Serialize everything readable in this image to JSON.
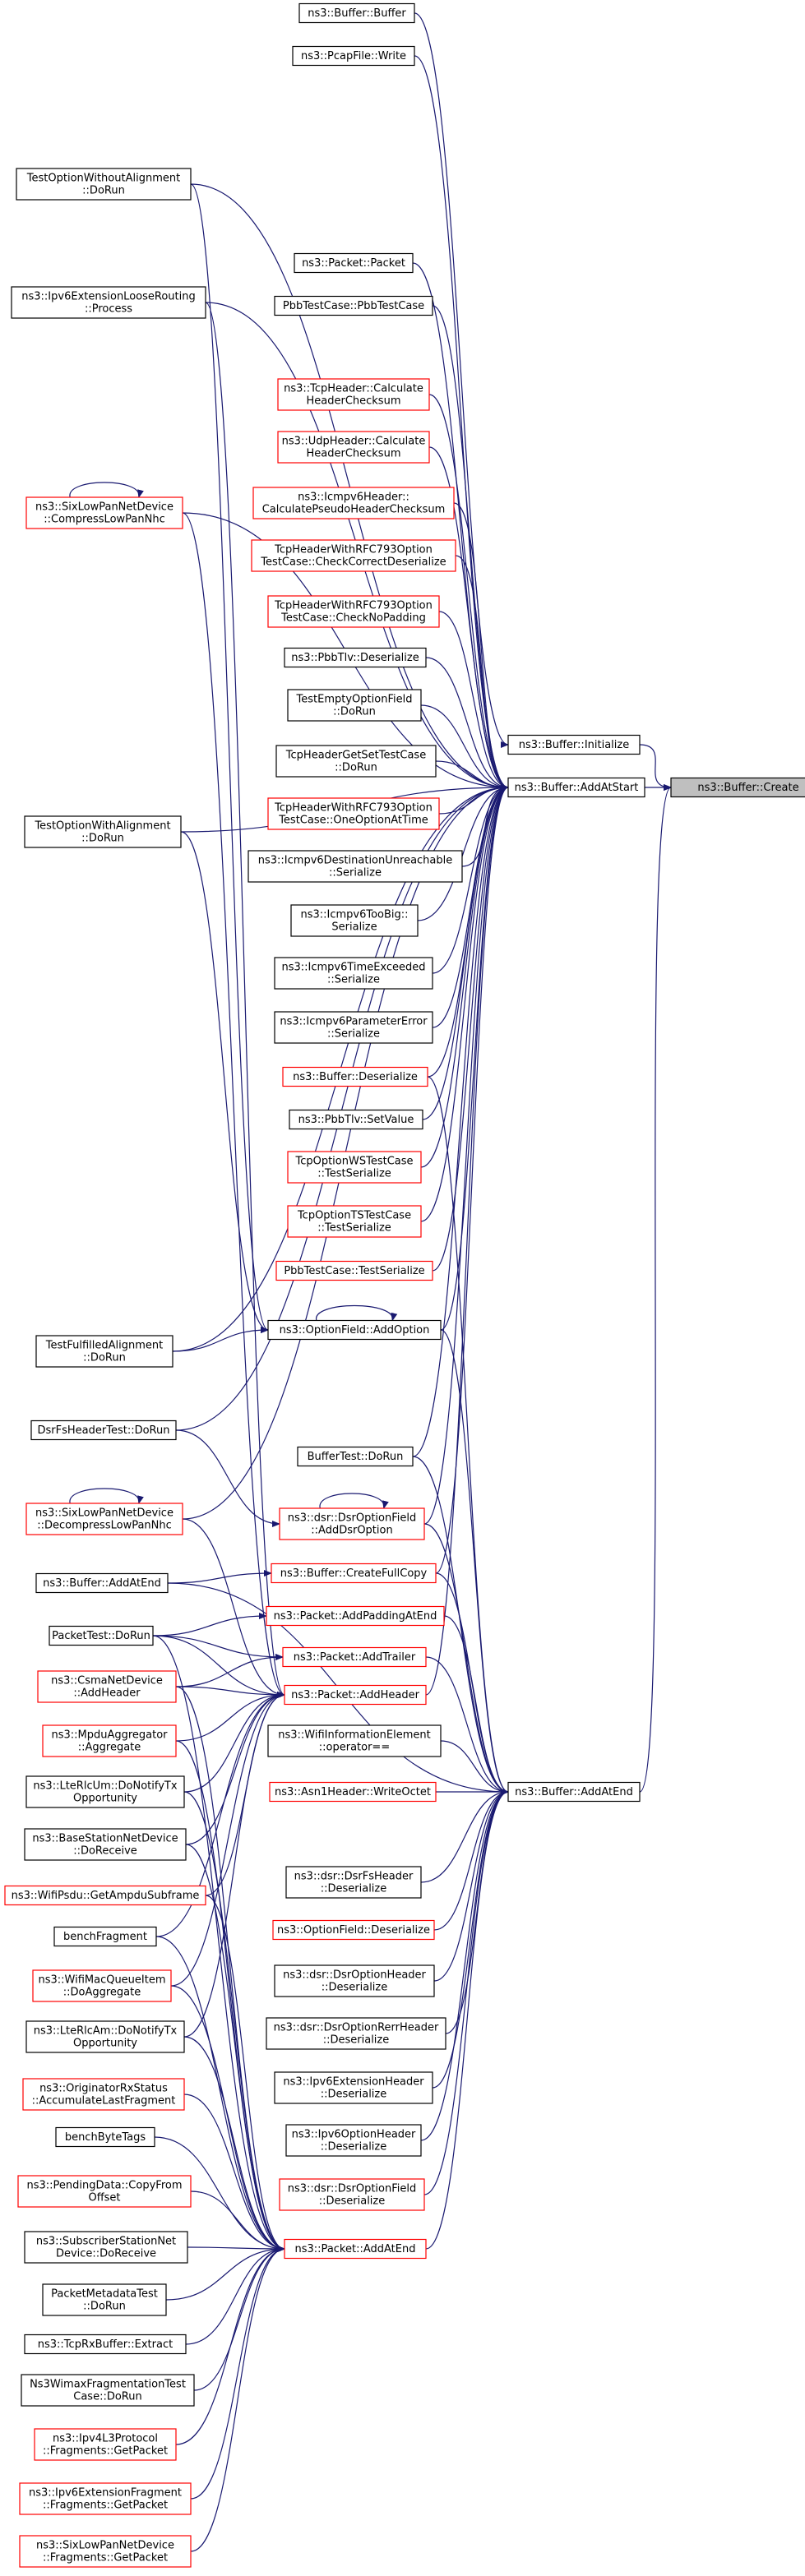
{
  "graph_title": "",
  "colors": {
    "edge": "#191970",
    "node_border_normal": "#000000",
    "node_border_truncated": "#ff0000",
    "root_fill": "#bfbfbf",
    "background": "#ffffff"
  },
  "nodes": [
    {
      "id": "create",
      "lines": [
        "ns3::Buffer::Create"
      ],
      "style": "root"
    },
    {
      "id": "initialize",
      "lines": [
        "ns3::Buffer::Initialize"
      ],
      "style": "black"
    },
    {
      "id": "addatstart",
      "lines": [
        "ns3::Buffer::AddAtStart"
      ],
      "style": "black"
    },
    {
      "id": "addatend",
      "lines": [
        "ns3::Buffer::AddAtEnd"
      ],
      "style": "black"
    },
    {
      "id": "bufferbuffer",
      "lines": [
        "ns3::Buffer::Buffer"
      ],
      "style": "black"
    },
    {
      "id": "pcapwrite",
      "lines": [
        "ns3::PcapFile::Write"
      ],
      "style": "black"
    },
    {
      "id": "testoptwithoutalign",
      "lines": [
        "TestOptionWithoutAlignment",
        "::DoRun"
      ],
      "style": "black"
    },
    {
      "id": "ipv6extloose",
      "lines": [
        "ns3::Ipv6ExtensionLooseRouting",
        "::Process"
      ],
      "style": "black"
    },
    {
      "id": "packetpacket",
      "lines": [
        "ns3::Packet::Packet"
      ],
      "style": "black"
    },
    {
      "id": "pbbtestcase",
      "lines": [
        "PbbTestCase::PbbTestCase"
      ],
      "style": "black"
    },
    {
      "id": "tcpcalc",
      "lines": [
        "ns3::TcpHeader::Calculate",
        "HeaderChecksum"
      ],
      "style": "red"
    },
    {
      "id": "udpcalc",
      "lines": [
        "ns3::UdpHeader::Calculate",
        "HeaderChecksum"
      ],
      "style": "red"
    },
    {
      "id": "icmpv6calc",
      "lines": [
        "ns3::Icmpv6Header::",
        "CalculatePseudoHeaderChecksum"
      ],
      "style": "red"
    },
    {
      "id": "sixlowcompress",
      "lines": [
        "ns3::SixLowPanNetDevice",
        "::CompressLowPanNhc"
      ],
      "style": "red"
    },
    {
      "id": "tcprfccorrect",
      "lines": [
        "TcpHeaderWithRFC793Option",
        "TestCase::CheckCorrectDeserialize"
      ],
      "style": "red"
    },
    {
      "id": "tcprfcnopad",
      "lines": [
        "TcpHeaderWithRFC793Option",
        "TestCase::CheckNoPadding"
      ],
      "style": "red"
    },
    {
      "id": "pbbtlvdeser",
      "lines": [
        "ns3::PbbTlv::Deserialize"
      ],
      "style": "black"
    },
    {
      "id": "testemptyopt",
      "lines": [
        "TestEmptyOptionField",
        "::DoRun"
      ],
      "style": "black"
    },
    {
      "id": "tcpgetset",
      "lines": [
        "TcpHeaderGetSetTestCase",
        "::DoRun"
      ],
      "style": "black"
    },
    {
      "id": "tcprfcone",
      "lines": [
        "TcpHeaderWithRFC793Option",
        "TestCase::OneOptionAtTime"
      ],
      "style": "red"
    },
    {
      "id": "testoptwithalign",
      "lines": [
        "TestOptionWithAlignment",
        "::DoRun"
      ],
      "style": "black"
    },
    {
      "id": "icmpv6dest",
      "lines": [
        "ns3::Icmpv6DestinationUnreachable",
        "::Serialize"
      ],
      "style": "black"
    },
    {
      "id": "icmpv6toobig",
      "lines": [
        "ns3::Icmpv6TooBig::",
        "Serialize"
      ],
      "style": "black"
    },
    {
      "id": "icmpv6time",
      "lines": [
        "ns3::Icmpv6TimeExceeded",
        "::Serialize"
      ],
      "style": "black"
    },
    {
      "id": "icmpv6param",
      "lines": [
        "ns3::Icmpv6ParameterError",
        "::Serialize"
      ],
      "style": "black"
    },
    {
      "id": "bufferdeser",
      "lines": [
        "ns3::Buffer::Deserialize"
      ],
      "style": "red"
    },
    {
      "id": "pbbtlvsetvalue",
      "lines": [
        "ns3::PbbTlv::SetValue"
      ],
      "style": "black"
    },
    {
      "id": "tcpoptws",
      "lines": [
        "TcpOptionWSTestCase",
        "::TestSerialize"
      ],
      "style": "red"
    },
    {
      "id": "tcpoptts",
      "lines": [
        "TcpOptionTSTestCase",
        "::TestSerialize"
      ],
      "style": "red"
    },
    {
      "id": "pbbtestser",
      "lines": [
        "PbbTestCase::TestSerialize"
      ],
      "style": "red"
    },
    {
      "id": "optfieldaddoption",
      "lines": [
        "ns3::OptionField::AddOption"
      ],
      "style": "black"
    },
    {
      "id": "testfulfilled",
      "lines": [
        "TestFulfilledAlignment",
        "::DoRun"
      ],
      "style": "black"
    },
    {
      "id": "dsrfsheadertest",
      "lines": [
        "DsrFsHeaderTest::DoRun"
      ],
      "style": "black"
    },
    {
      "id": "buffertest",
      "lines": [
        "BufferTest::DoRun"
      ],
      "style": "black"
    },
    {
      "id": "sixlowdecompress",
      "lines": [
        "ns3::SixLowPanNetDevice",
        "::DecompressLowPanNhc"
      ],
      "style": "red"
    },
    {
      "id": "dsradddsroption",
      "lines": [
        "ns3::dsr::DsrOptionField",
        "::AddDsrOption"
      ],
      "style": "red"
    },
    {
      "id": "bufferaddatend",
      "lines": [
        "ns3::Buffer::AddAtEnd"
      ],
      "style": "black"
    },
    {
      "id": "buffercreatefull",
      "lines": [
        "ns3::Buffer::CreateFullCopy"
      ],
      "style": "red"
    },
    {
      "id": "packettest",
      "lines": [
        "PacketTest::DoRun"
      ],
      "style": "black"
    },
    {
      "id": "packetaddpadding",
      "lines": [
        "ns3::Packet::AddPaddingAtEnd"
      ],
      "style": "red"
    },
    {
      "id": "csmaaddheader",
      "lines": [
        "ns3::CsmaNetDevice",
        "::AddHeader"
      ],
      "style": "red"
    },
    {
      "id": "packetaddtrailer",
      "lines": [
        "ns3::Packet::AddTrailer"
      ],
      "style": "red"
    },
    {
      "id": "packetaddheader",
      "lines": [
        "ns3::Packet::AddHeader"
      ],
      "style": "red"
    },
    {
      "id": "mpduaggregate",
      "lines": [
        "ns3::MpduAggregator",
        "::Aggregate"
      ],
      "style": "red"
    },
    {
      "id": "wifiinfoop",
      "lines": [
        "ns3::WifiInformationElement",
        "::operator=="
      ],
      "style": "black"
    },
    {
      "id": "lterlcum",
      "lines": [
        "ns3::LteRlcUm::DoNotifyTx",
        "Opportunity"
      ],
      "style": "black"
    },
    {
      "id": "asn1write",
      "lines": [
        "ns3::Asn1Header::WriteOctet"
      ],
      "style": "red"
    },
    {
      "id": "basestation",
      "lines": [
        "ns3::BaseStationNetDevice",
        "::DoReceive"
      ],
      "style": "black"
    },
    {
      "id": "wifipsdu",
      "lines": [
        "ns3::WifiPsdu::GetAmpduSubframe"
      ],
      "style": "red"
    },
    {
      "id": "dsrfsdeser",
      "lines": [
        "ns3::dsr::DsrFsHeader",
        "::Deserialize"
      ],
      "style": "black"
    },
    {
      "id": "benchfragment",
      "lines": [
        "benchFragment"
      ],
      "style": "black"
    },
    {
      "id": "optfielddeser",
      "lines": [
        "ns3::OptionField::Deserialize"
      ],
      "style": "red"
    },
    {
      "id": "wifimacqueue",
      "lines": [
        "ns3::WifiMacQueueItem",
        "::DoAggregate"
      ],
      "style": "red"
    },
    {
      "id": "dsroptheaderdeser",
      "lines": [
        "ns3::dsr::DsrOptionHeader",
        "::Deserialize"
      ],
      "style": "black"
    },
    {
      "id": "lterlcam",
      "lines": [
        "ns3::LteRlcAm::DoNotifyTx",
        "Opportunity"
      ],
      "style": "black"
    },
    {
      "id": "dsroptrerrdeser",
      "lines": [
        "ns3::dsr::DsrOptionRerrHeader",
        "::Deserialize"
      ],
      "style": "black"
    },
    {
      "id": "originatorrx",
      "lines": [
        "ns3::OriginatorRxStatus",
        "::AccumulateLastFragment"
      ],
      "style": "red"
    },
    {
      "id": "ipv6extheaderdeser",
      "lines": [
        "ns3::Ipv6ExtensionHeader",
        "::Deserialize"
      ],
      "style": "black"
    },
    {
      "id": "benchbytetags",
      "lines": [
        "benchByteTags"
      ],
      "style": "black"
    },
    {
      "id": "ipv6optheaderdeser",
      "lines": [
        "ns3::Ipv6OptionHeader",
        "::Deserialize"
      ],
      "style": "black"
    },
    {
      "id": "pendingdata",
      "lines": [
        "ns3::PendingData::CopyFrom",
        "Offset"
      ],
      "style": "red"
    },
    {
      "id": "dsroptfielddeser",
      "lines": [
        "ns3::dsr::DsrOptionField",
        "::Deserialize"
      ],
      "style": "red"
    },
    {
      "id": "subscriber",
      "lines": [
        "ns3::SubscriberStationNet",
        "Device::DoReceive"
      ],
      "style": "black"
    },
    {
      "id": "packetaddatend",
      "lines": [
        "ns3::Packet::AddAtEnd"
      ],
      "style": "red"
    },
    {
      "id": "packetmetadata",
      "lines": [
        "PacketMetadataTest",
        "::DoRun"
      ],
      "style": "black"
    },
    {
      "id": "tcprxbuffer",
      "lines": [
        "ns3::TcpRxBuffer::Extract"
      ],
      "style": "black"
    },
    {
      "id": "wimaxfrag",
      "lines": [
        "Ns3WimaxFragmentationTest",
        "Case::DoRun"
      ],
      "style": "black"
    },
    {
      "id": "ipv4l3frag",
      "lines": [
        "ns3::Ipv4L3Protocol",
        "::Fragments::GetPacket"
      ],
      "style": "red"
    },
    {
      "id": "ipv6extfrag",
      "lines": [
        "ns3::Ipv6ExtensionFragment",
        "::Fragments::GetPacket"
      ],
      "style": "red"
    },
    {
      "id": "sixlowfrag",
      "lines": [
        "ns3::SixLowPanNetDevice",
        "::Fragments::GetPacket"
      ],
      "style": "red"
    }
  ],
  "edges": [
    [
      "initialize",
      "create"
    ],
    [
      "addatstart",
      "create"
    ],
    [
      "addatend",
      "create"
    ],
    [
      "bufferbuffer",
      "initialize"
    ],
    [
      "pcapwrite",
      "addatstart"
    ],
    [
      "testoptwithoutalign",
      "addatstart"
    ],
    [
      "ipv6extloose",
      "addatstart"
    ],
    [
      "packetpacket",
      "addatstart"
    ],
    [
      "pbbtestcase",
      "addatstart"
    ],
    [
      "tcpcalc",
      "addatstart"
    ],
    [
      "udpcalc",
      "addatstart"
    ],
    [
      "icmpv6calc",
      "addatstart"
    ],
    [
      "sixlowcompress",
      "addatstart"
    ],
    [
      "tcprfccorrect",
      "addatstart"
    ],
    [
      "tcprfcnopad",
      "addatstart"
    ],
    [
      "pbbtlvdeser",
      "addatstart"
    ],
    [
      "testemptyopt",
      "addatstart"
    ],
    [
      "tcpgetset",
      "addatstart"
    ],
    [
      "tcprfcone",
      "addatstart"
    ],
    [
      "testoptwithalign",
      "addatstart"
    ],
    [
      "icmpv6dest",
      "addatstart"
    ],
    [
      "icmpv6toobig",
      "addatstart"
    ],
    [
      "icmpv6time",
      "addatstart"
    ],
    [
      "icmpv6param",
      "addatstart"
    ],
    [
      "bufferdeser",
      "addatstart"
    ],
    [
      "pbbtlvsetvalue",
      "addatstart"
    ],
    [
      "tcpoptws",
      "addatstart"
    ],
    [
      "tcpoptts",
      "addatstart"
    ],
    [
      "pbbtestser",
      "addatstart"
    ],
    [
      "optfieldaddoption",
      "addatstart"
    ],
    [
      "testfulfilled",
      "addatstart"
    ],
    [
      "dsrfsheadertest",
      "addatstart"
    ],
    [
      "buffertest",
      "addatstart"
    ],
    [
      "sixlowdecompress",
      "addatstart"
    ],
    [
      "dsradddsroption",
      "addatstart"
    ],
    [
      "buffercreatefull",
      "addatstart"
    ],
    [
      "packetaddheader",
      "addatstart"
    ],
    [
      "packetaddpadding",
      "addatend"
    ],
    [
      "packetaddtrailer",
      "addatend"
    ],
    [
      "wifiinfoop",
      "addatend"
    ],
    [
      "asn1write",
      "addatend"
    ],
    [
      "dsrfsdeser",
      "addatend"
    ],
    [
      "optfielddeser",
      "addatend"
    ],
    [
      "dsroptheaderdeser",
      "addatend"
    ],
    [
      "dsroptrerrdeser",
      "addatend"
    ],
    [
      "ipv6extheaderdeser",
      "addatend"
    ],
    [
      "ipv6optheaderdeser",
      "addatend"
    ],
    [
      "dsroptfielddeser",
      "addatend"
    ],
    [
      "packetaddatend",
      "addatend"
    ],
    [
      "bufferaddatend",
      "addatend"
    ],
    [
      "buffertest",
      "addatend"
    ],
    [
      "dsradddsroption",
      "addatend"
    ],
    [
      "buffercreatefull",
      "addatend"
    ],
    [
      "optfieldaddoption",
      "addatend"
    ],
    [
      "bufferdeser",
      "addatend"
    ],
    [
      "testoptwithoutalign",
      "optfieldaddoption"
    ],
    [
      "testoptwithalign",
      "optfieldaddoption"
    ],
    [
      "testfulfilled",
      "optfieldaddoption"
    ],
    [
      "optfieldaddoption",
      "optfieldaddoption"
    ],
    [
      "sixlowcompress",
      "sixlowcompress"
    ],
    [
      "sixlowdecompress",
      "sixlowdecompress"
    ],
    [
      "dsrfsheadertest",
      "dsradddsroption"
    ],
    [
      "dsradddsroption",
      "dsradddsroption"
    ],
    [
      "bufferaddatend",
      "buffercreatefull"
    ],
    [
      "packettest",
      "packetaddpadding"
    ],
    [
      "packettest",
      "packetaddtrailer"
    ],
    [
      "packettest",
      "packetaddheader"
    ],
    [
      "csmaaddheader",
      "packetaddtrailer"
    ],
    [
      "csmaaddheader",
      "packetaddheader"
    ],
    [
      "mpduaggregate",
      "packetaddheader"
    ],
    [
      "lterlcum",
      "packetaddheader"
    ],
    [
      "basestation",
      "packetaddheader"
    ],
    [
      "wifipsdu",
      "packetaddheader"
    ],
    [
      "benchfragment",
      "packetaddheader"
    ],
    [
      "wifimacqueue",
      "packetaddheader"
    ],
    [
      "lterlcam",
      "packetaddheader"
    ],
    [
      "ipv6extloose",
      "packetaddheader"
    ],
    [
      "sixlowcompress",
      "packetaddheader"
    ],
    [
      "sixlowdecompress",
      "packetaddheader"
    ],
    [
      "packettest",
      "packetaddatend"
    ],
    [
      "csmaaddheader",
      "packetaddatend"
    ],
    [
      "mpduaggregate",
      "packetaddatend"
    ],
    [
      "lterlcum",
      "packetaddatend"
    ],
    [
      "basestation",
      "packetaddatend"
    ],
    [
      "wifipsdu",
      "packetaddatend"
    ],
    [
      "benchfragment",
      "packetaddatend"
    ],
    [
      "wifimacqueue",
      "packetaddatend"
    ],
    [
      "lterlcam",
      "packetaddatend"
    ],
    [
      "originatorrx",
      "packetaddatend"
    ],
    [
      "benchbytetags",
      "packetaddatend"
    ],
    [
      "pendingdata",
      "packetaddatend"
    ],
    [
      "subscriber",
      "packetaddatend"
    ],
    [
      "packetmetadata",
      "packetaddatend"
    ],
    [
      "tcprxbuffer",
      "packetaddatend"
    ],
    [
      "wimaxfrag",
      "packetaddatend"
    ],
    [
      "ipv4l3frag",
      "packetaddatend"
    ],
    [
      "ipv6extfrag",
      "packetaddatend"
    ],
    [
      "sixlowfrag",
      "packetaddatend"
    ]
  ]
}
